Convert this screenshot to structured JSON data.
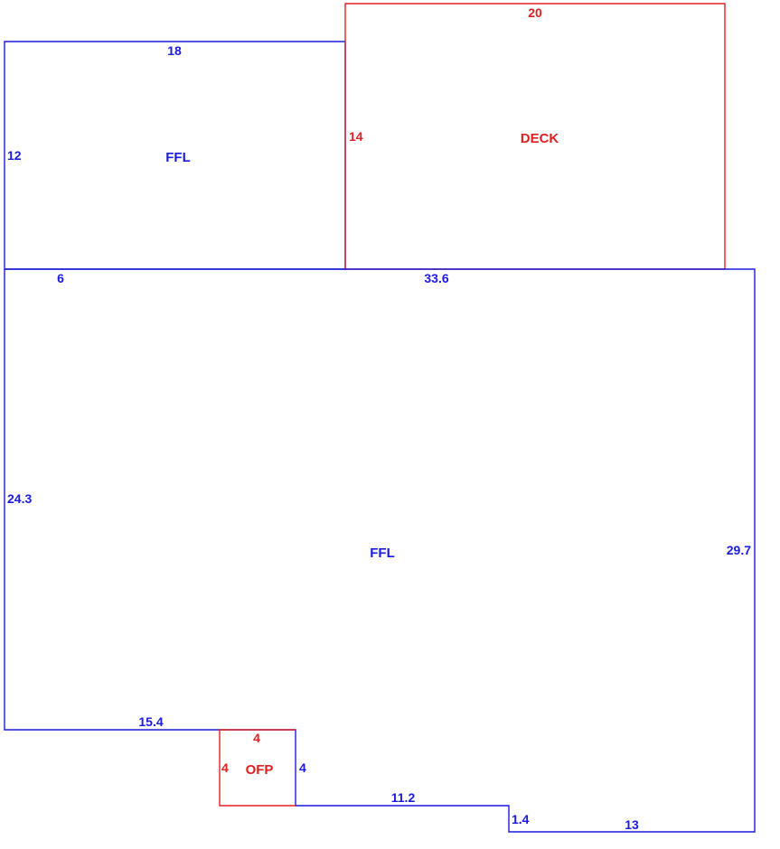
{
  "colors": {
    "ffl": "#1a1adc",
    "deck_ofp": "#e02020",
    "background": "#ffffff"
  },
  "upper_ffl": {
    "name": "FFL",
    "top": "18",
    "left": "12"
  },
  "deck": {
    "name": "DECK",
    "top": "20",
    "left": "14"
  },
  "main_ffl": {
    "name": "FFL",
    "top_left": "6",
    "top": "33.6",
    "left": "24.3",
    "right": "29.7",
    "bottom_left": "15.4",
    "notch_right": "4",
    "bottom_mid": "11.2",
    "step": "1.4",
    "bottom_right": "13"
  },
  "ofp": {
    "name": "OFP",
    "top": "4",
    "left": "4"
  }
}
